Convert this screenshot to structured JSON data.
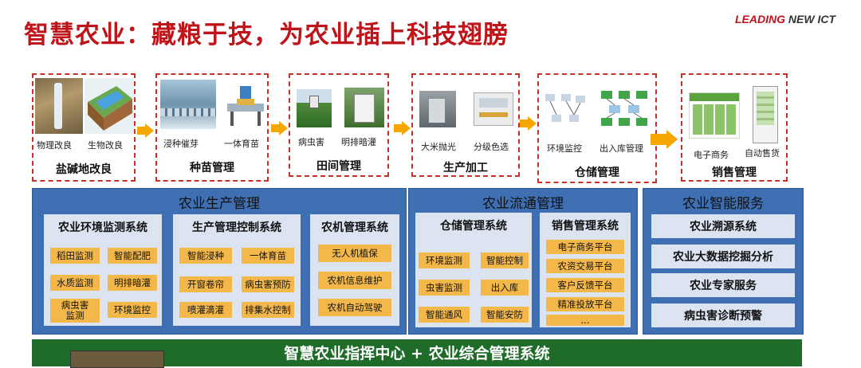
{
  "header": {
    "title": "智慧农业：藏粮于技，为农业插上科技翅膀",
    "brand_part1": "LEADING",
    "brand_part2": " NEW ICT"
  },
  "stages": [
    {
      "label": "盐碱地改良",
      "captions": [
        "物理改良",
        "生物改良"
      ]
    },
    {
      "label": "种苗管理",
      "captions": [
        "浸种催芽",
        "一体育苗"
      ]
    },
    {
      "label": "田间管理",
      "captions": [
        "病虫害",
        "明排暗灌"
      ]
    },
    {
      "label": "生产加工",
      "captions": [
        "大米抛光",
        "分级色选"
      ]
    },
    {
      "label": "仓储管理",
      "captions": [
        "环境监控",
        "出入库管理"
      ]
    },
    {
      "label": "销售管理",
      "captions": [
        "电子商务",
        "自动售货"
      ]
    }
  ],
  "production": {
    "title": "农业生产管理",
    "env": {
      "title": "农业环境监测系统",
      "items": [
        "稻田监测",
        "智能配肥",
        "水质监测",
        "明排暗灌",
        "病虫害\n监测",
        "环境监控"
      ]
    },
    "control": {
      "title": "生产管理控制系统",
      "items": [
        "智能浸种",
        "一体育苗",
        "开窗卷帘",
        "病虫害预防",
        "喷灌滴灌",
        "排集水控制"
      ]
    },
    "machine": {
      "title": "农机管理系统",
      "items": [
        "无人机植保",
        "农机信息维护",
        "农机自动驾驶"
      ]
    }
  },
  "circulation": {
    "title": "农业流通管理",
    "storage": {
      "title": "仓储管理系统",
      "items": [
        "环境监测",
        "智能控制",
        "虫害监测",
        "出入库",
        "智能通风",
        "智能安防"
      ]
    },
    "sales": {
      "title": "销售管理系统",
      "items": [
        "电子商务平台",
        "农资交易平台",
        "客户反馈平台",
        "精准投放平台",
        "..."
      ]
    }
  },
  "services": {
    "title": "农业智能服务",
    "items": [
      "农业溯源系统",
      "农业大数据挖掘分析",
      "农业专家服务",
      "病虫害诊断预警"
    ]
  },
  "footer": {
    "text": "智慧农业指挥中心 + 农业综合管理系统"
  },
  "colors": {
    "title_red": "#c0141b",
    "arrow": "#f7a600",
    "panel_blue": "#3f6fb3",
    "chip_orange": "#f4b84a",
    "footer_green": "#1f6b2a"
  }
}
